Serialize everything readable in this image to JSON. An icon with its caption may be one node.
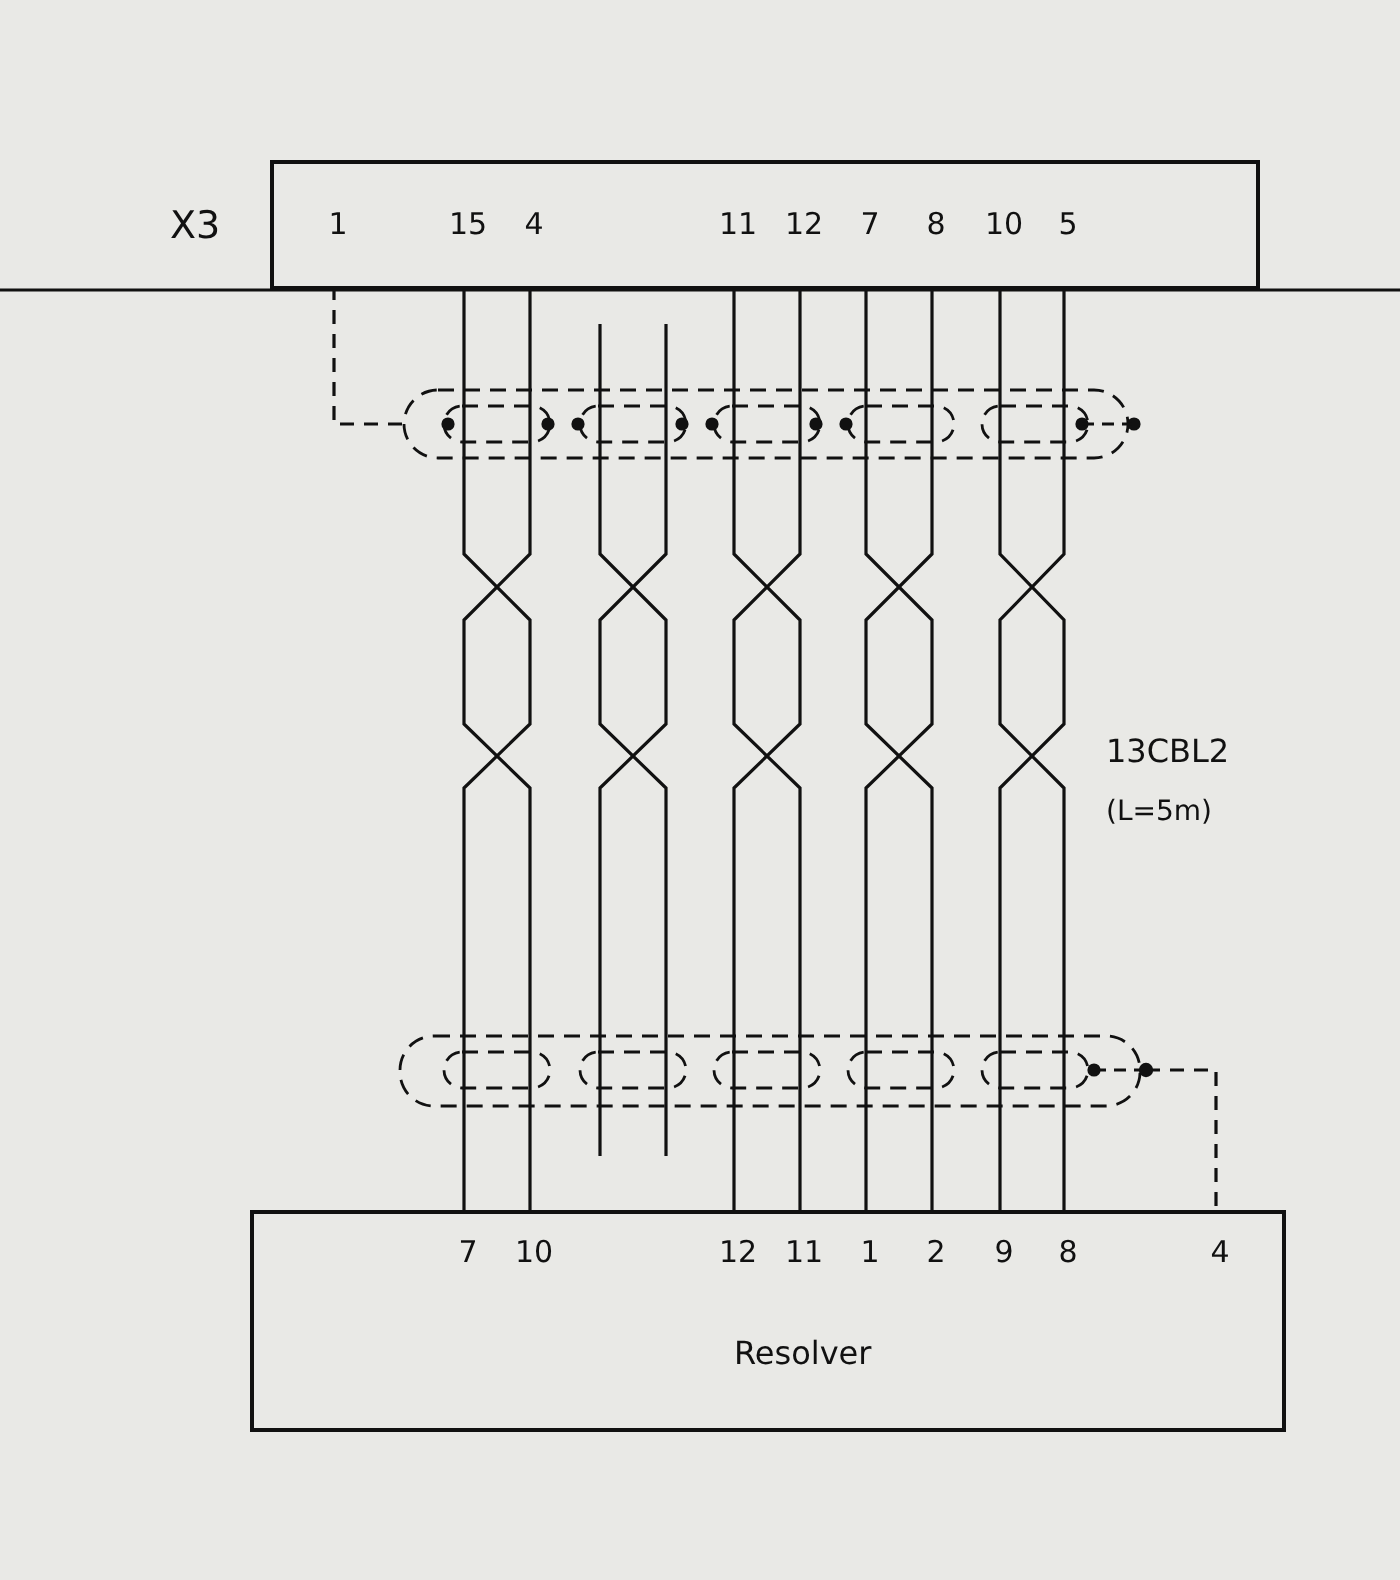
{
  "diagram": {
    "nodes": [
      {
        "text": [
          "X3"
        ]
      },
      {
        "text": [
          "1"
        ],
        "in": 0
      },
      {
        "text": [
          "15"
        ],
        "in": 0
      },
      {
        "text": [
          "4"
        ],
        "in": 0
      },
      {
        "text": [
          "11"
        ],
        "in": 0
      },
      {
        "text": [
          "12"
        ],
        "in": 0
      },
      {
        "text": [
          "7"
        ],
        "in": 0
      },
      {
        "text": [
          "8"
        ],
        "in": 0
      },
      {
        "text": [
          "10"
        ],
        "in": 0
      },
      {
        "text": [
          "5"
        ],
        "in": 0
      },
      {
        "text": [
          "Resolver"
        ]
      },
      {
        "text": [
          "7"
        ],
        "in": 10
      },
      {
        "text": [
          "10"
        ],
        "in": 10
      },
      {
        "text": [
          "12"
        ],
        "in": 10
      },
      {
        "text": [
          "11"
        ],
        "in": 10
      },
      {
        "text": [
          "1"
        ],
        "in": 10
      },
      {
        "text": [
          "2"
        ],
        "in": 10
      },
      {
        "text": [
          "9"
        ],
        "in": 10
      },
      {
        "text": [
          "8"
        ],
        "in": 10
      },
      {
        "text": [
          "4"
        ],
        "in": 10
      }
    ],
    "edges": [
      {
        "from": 2,
        "to": 11,
        "arrow": "none"
      },
      {
        "from": 3,
        "to": 12,
        "arrow": "none"
      },
      {
        "from": 4,
        "to": 13,
        "arrow": "none"
      },
      {
        "from": 5,
        "to": 14,
        "arrow": "none"
      },
      {
        "from": 6,
        "to": 15,
        "arrow": "none"
      },
      {
        "from": 7,
        "to": 16,
        "arrow": "none"
      },
      {
        "from": 8,
        "to": 17,
        "arrow": "none"
      },
      {
        "from": 9,
        "to": 18,
        "arrow": "none"
      },
      {
        "from": 1,
        "to": null,
        "arrow": "none",
        "style": "dashed"
      },
      {
        "from": null,
        "to": 19,
        "arrow": "other",
        "style": "dashed"
      }
    ],
    "labels": [
      "13CBL2",
      "(L=5m)"
    ]
  }
}
